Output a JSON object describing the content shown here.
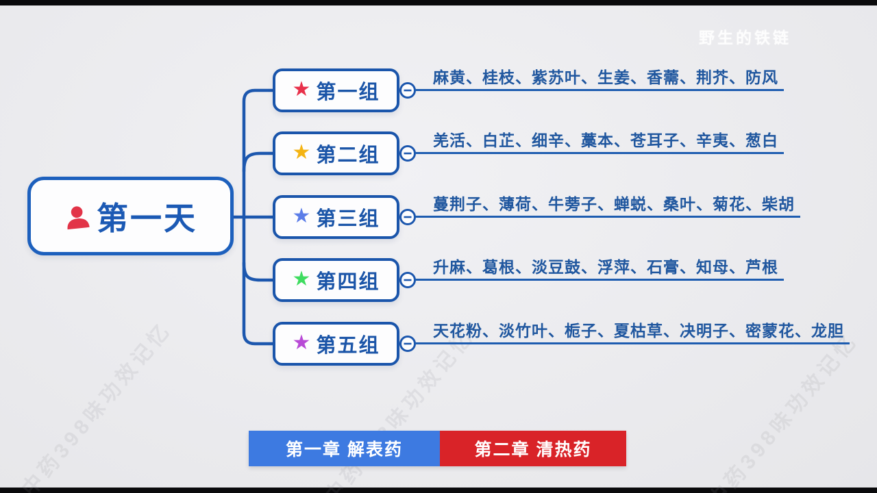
{
  "page": {
    "background": "#ebebee",
    "letterbox_color": "#0a0a0c",
    "line_color": "#1d5cb0",
    "node_text_color": "#1b55a8"
  },
  "watermarks": {
    "top_right": "野生的铁链",
    "diagonal": "中药398味功效记忆"
  },
  "root": {
    "label": "第一天",
    "icon": "person-icon",
    "icon_color": "#e23448"
  },
  "groups": [
    {
      "label": "第一组",
      "star_color": "#e8304a",
      "herbs": "麻黄、桂枝、紫苏叶、生姜、香薷、荆芥、防风"
    },
    {
      "label": "第二组",
      "star_color": "#f4b414",
      "herbs": "羌活、白芷、细辛、藁本、苍耳子、辛夷、葱白"
    },
    {
      "label": "第三组",
      "star_color": "#5b7de8",
      "herbs": "蔓荆子、薄荷、牛蒡子、蝉蜕、桑叶、菊花、柴胡"
    },
    {
      "label": "第四组",
      "star_color": "#3edc5f",
      "herbs": "升麻、葛根、淡豆鼓、浮萍、石膏、知母、芦根"
    },
    {
      "label": "第五组",
      "star_color": "#b84ad6",
      "herbs": "天花粉、淡竹叶、栀子、夏枯草、决明子、密蒙花、龙胆"
    }
  ],
  "collapse_symbol": "−",
  "chapters": [
    {
      "label": "第一章 解表药",
      "color": "#3d7ae1"
    },
    {
      "label": "第二章 清热药",
      "color": "#d92328"
    }
  ]
}
